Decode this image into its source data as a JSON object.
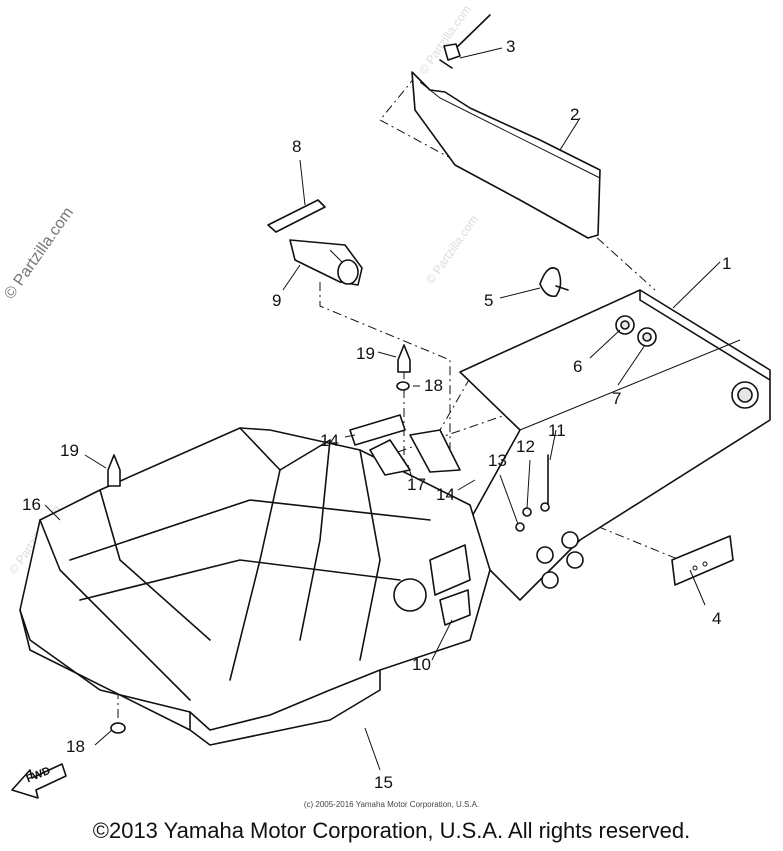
{
  "watermark": "© Partzilla.com",
  "diagram": {
    "callouts": [
      "1",
      "2",
      "3",
      "4",
      "5",
      "6",
      "7",
      "8",
      "9",
      "10",
      "11",
      "12",
      "13",
      "14",
      "14",
      "15",
      "16",
      "17",
      "18",
      "18",
      "19",
      "19"
    ],
    "fwd_label": "FWD",
    "small_copyright": "(c) 2005-2016 Yamaha Motor Corporation, U.S.A.",
    "copyright": "©2013 Yamaha Motor Corporation, U.S.A. All rights reserved."
  }
}
